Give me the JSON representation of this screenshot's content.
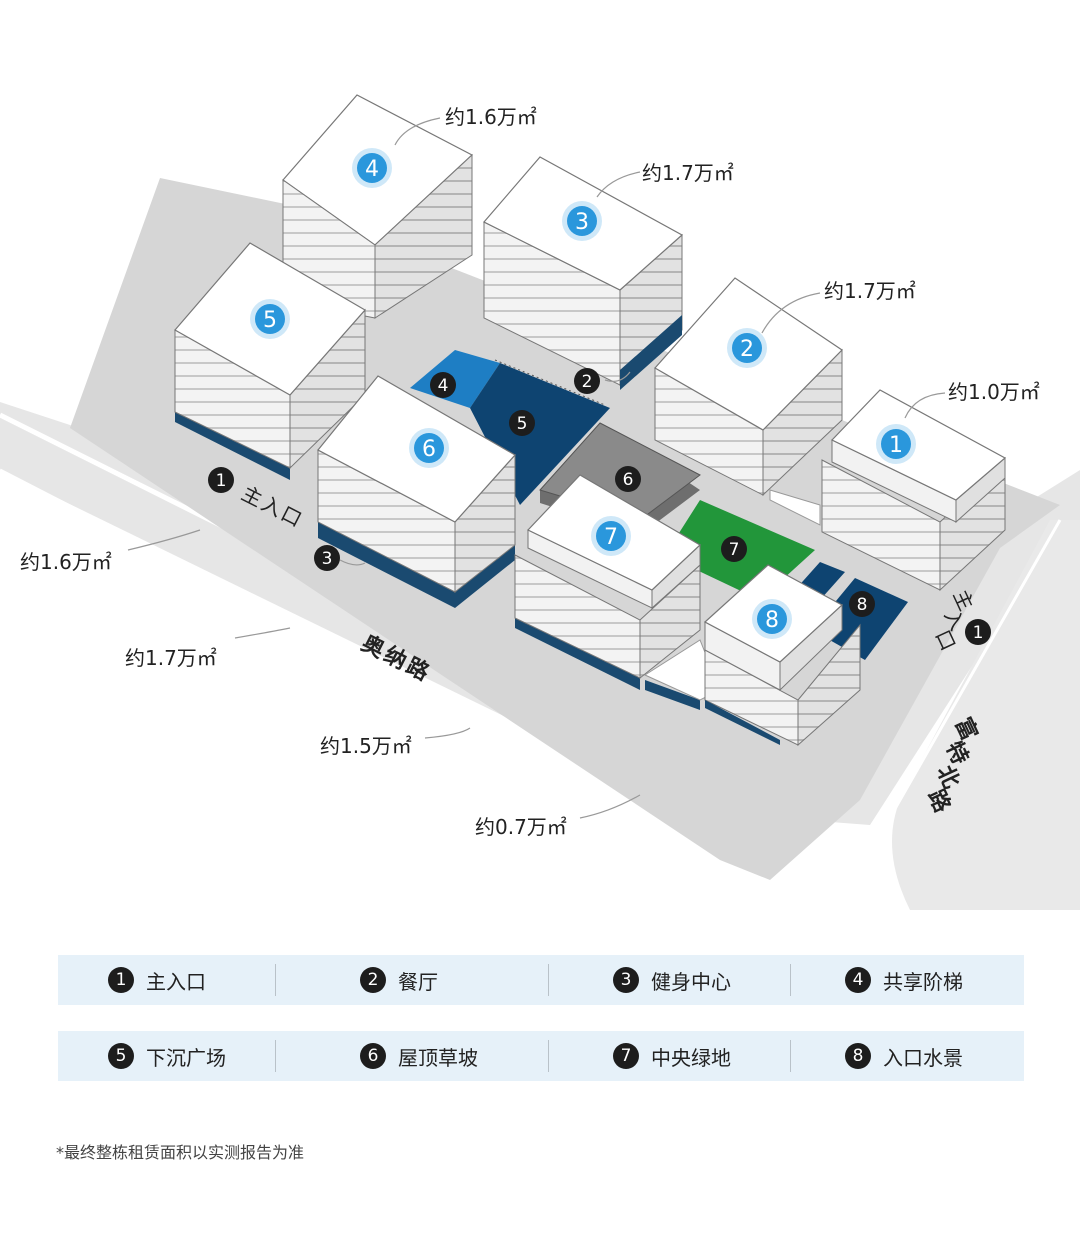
{
  "buildings": [
    {
      "num": "4",
      "area": "约1.6万㎡"
    },
    {
      "num": "3",
      "area": "约1.7万㎡"
    },
    {
      "num": "2",
      "area": "约1.7万㎡"
    },
    {
      "num": "1",
      "area": "约1.0万㎡"
    },
    {
      "num": "5",
      "area": "约1.6万㎡"
    },
    {
      "num": "6",
      "area": "约1.7万㎡"
    },
    {
      "num": "7",
      "area": "约1.5万㎡"
    },
    {
      "num": "8",
      "area": "约0.7万㎡"
    }
  ],
  "markers": [
    "1",
    "2",
    "3",
    "4",
    "5",
    "6",
    "7",
    "8"
  ],
  "roads": {
    "south": "奥纳路",
    "east": "富特北路",
    "entrance_west": "主入口",
    "entrance_east": "主入口"
  },
  "legend": [
    {
      "num": "1",
      "label": "主入口"
    },
    {
      "num": "2",
      "label": "餐厅"
    },
    {
      "num": "3",
      "label": "健身中心"
    },
    {
      "num": "4",
      "label": "共享阶梯"
    },
    {
      "num": "5",
      "label": "下沉广场"
    },
    {
      "num": "6",
      "label": "屋顶草坡"
    },
    {
      "num": "7",
      "label": "中央绿地"
    },
    {
      "num": "8",
      "label": "入口水景"
    }
  ],
  "footnote": "*最终整栋租赁面积以实测报告为准",
  "colors": {
    "site": "#d9d9d9",
    "road": "#e6e6e6",
    "roof": "#ffffff",
    "facade": "#eeeeee",
    "podium": "#1a4a70",
    "plaza": "#0e4471",
    "stair": "#1e7ec4",
    "green": "#22963a",
    "slope": "#7a7a7a",
    "badge": "#2a97dc",
    "legend_bg": "#e6f1f9"
  }
}
